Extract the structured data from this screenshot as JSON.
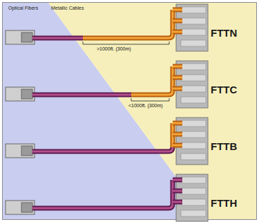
{
  "diagram": {
    "labels": [
      "Optical Fibers",
      "Metallic Cables",
      "FTTN",
      ">1000ft. (300m)",
      "FTTC",
      "<1000ft. (300m)",
      "FTTB",
      "FTTH"
    ]
  }
}
